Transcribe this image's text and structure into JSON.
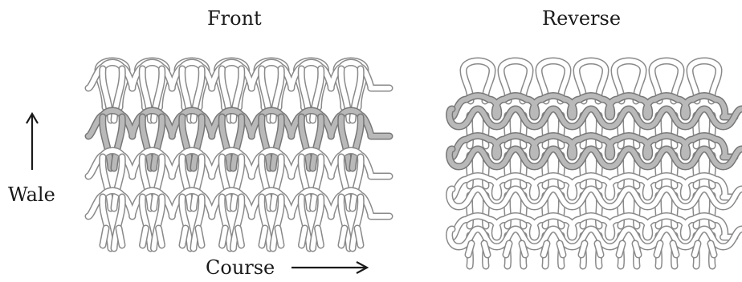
{
  "labels": {
    "front": "Front",
    "reverse": "Reverse",
    "wale": "Wale",
    "course": "Course"
  },
  "colors": {
    "yarn_fill": "#ffffff",
    "yarn_outline": "#8a8a8a",
    "highlight_fill": "#b9b9b9",
    "highlight_outline": "#777777",
    "text": "#1a1a1a",
    "arrow": "#1a1a1a"
  },
  "knit": {
    "columns": 7,
    "rows": 4,
    "highlighted_row": 1
  }
}
